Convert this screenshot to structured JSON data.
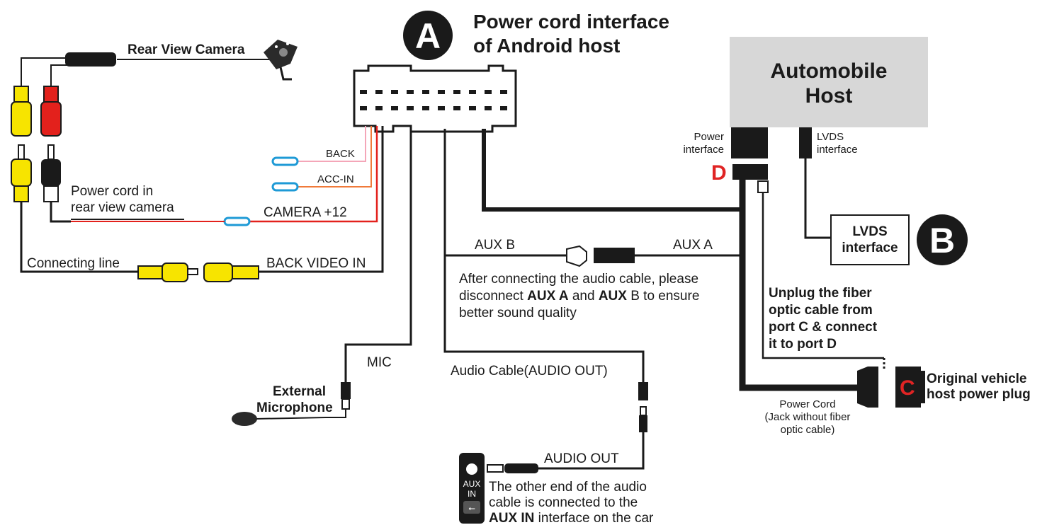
{
  "title": {
    "badge": "A",
    "line1": "Power cord interface",
    "line2": "of Android host"
  },
  "camera": {
    "label": "Rear View Camera"
  },
  "power_cord_camera": {
    "line1": "Power cord in",
    "line2": "rear view camera"
  },
  "wires": {
    "back": "BACK",
    "acc_in": "ACC-IN",
    "camera_12": "CAMERA +12",
    "back_video_in": "BACK VIDEO IN",
    "connecting_line": "Connecting line",
    "mic": "MIC",
    "aux_b": "AUX B",
    "aux_a": "AUX A",
    "audio_cable": "Audio Cable(AUDIO OUT)",
    "audio_out": "AUDIO OUT"
  },
  "aux_note": {
    "line1": "After connecting the audio cable, please",
    "line2_pre": "disconnect ",
    "line2_b1": "AUX A",
    "line2_mid": " and ",
    "line2_b2": "AUX",
    "line2_post": " B to ensure",
    "line3": "better sound quality"
  },
  "microphone": {
    "line1": "External",
    "line2": "Microphone"
  },
  "aux_in_port": {
    "line1": "AUX",
    "line2": "IN"
  },
  "aux_in_note": {
    "line1": "The other end of the audio",
    "line2": "cable is connected to the",
    "line3_b": "AUX IN",
    "line3": " interface on the car"
  },
  "automobile_host": {
    "line1": "Automobile",
    "line2": "Host"
  },
  "power_interface": {
    "line1": "Power",
    "line2": "interface",
    "marker": "D"
  },
  "lvds_interface": {
    "line1": "LVDS",
    "line2": "interface"
  },
  "lvds_box": {
    "line1": "LVDS",
    "line2": "interface",
    "badge": "B"
  },
  "fiber_note": {
    "line1": "Unplug the fiber",
    "line2": "optic cable from",
    "line3": "port C & connect",
    "line4": "it to port D"
  },
  "original_plug": {
    "marker": "C",
    "line1": "Original vehicle",
    "line2": "host power plug"
  },
  "power_cord": {
    "line1": "Power Cord",
    "line2": "(Jack without fiber",
    "line3": "optic cable)"
  },
  "colors": {
    "red_marker": "#e02424",
    "yellow_rca": "#f7e400",
    "red_rca": "#e3211c",
    "host_gray": "#d7d7d7",
    "pink_wire": "#f4a6b8",
    "orange_wire": "#f07a3a",
    "red_wire": "#e3211c",
    "blue_connector": "#1e9ad6"
  }
}
